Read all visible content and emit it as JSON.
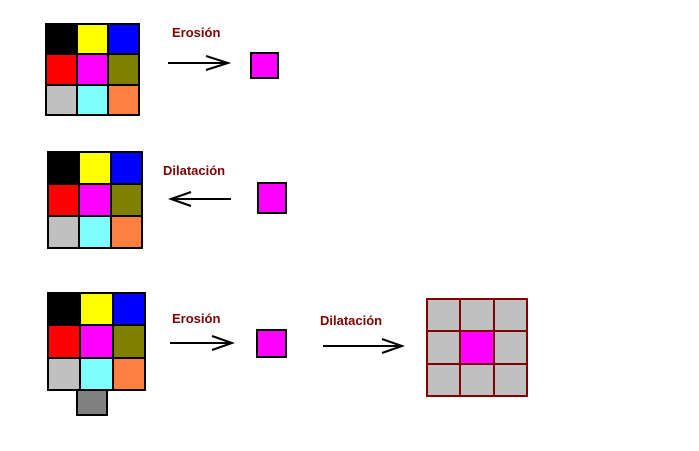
{
  "colors": {
    "grid": [
      "#000000",
      "#ffff00",
      "#0000ff",
      "#ff0000",
      "#ff00ff",
      "#808000",
      "#c0c0c0",
      "#80ffff",
      "#ff8040"
    ],
    "extra_cell": "#808080",
    "result_cell": "#c0c0c0",
    "center": "#ff00ff",
    "label": "#800000"
  },
  "row1": {
    "label": "Erosión"
  },
  "row2": {
    "label": "Dilatación"
  },
  "row3": {
    "label_erosion": "Erosión",
    "label_dilation": "Dilatación"
  }
}
